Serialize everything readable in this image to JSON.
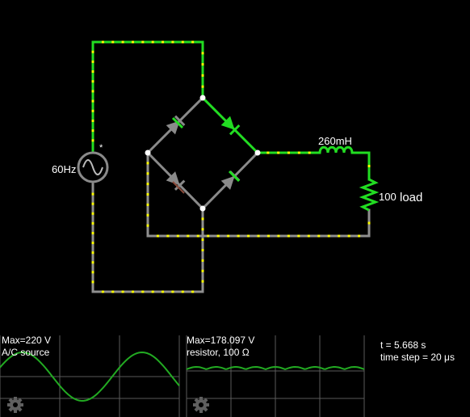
{
  "colors": {
    "wire_live": "#22dd22",
    "wire_dead": "#8f8f8f",
    "current_dot": "#ffff00",
    "background": "#000000",
    "scope_trace": "#22aa22",
    "scope_grid": "#5a5a5a",
    "gear": "#5f5f5f"
  },
  "circuit": {
    "source_freq_label": "60Hz",
    "source_marker": "*",
    "inductor_label": "260mH",
    "resistor_value_label": "100",
    "resistor_name_label": "load"
  },
  "scopes": [
    {
      "max_label": "Max=220 V",
      "name_label": "A/C source",
      "signal": "sine",
      "settings_icon": "gear-icon"
    },
    {
      "max_label": "Max=178.097 V",
      "name_label": "resistor, 100 Ω",
      "signal": "rectified-ripple",
      "settings_icon": "gear-icon"
    }
  ],
  "sim_info": {
    "time_label": "t = 5.668 s",
    "timestep_label": "time step = 20 μs"
  }
}
